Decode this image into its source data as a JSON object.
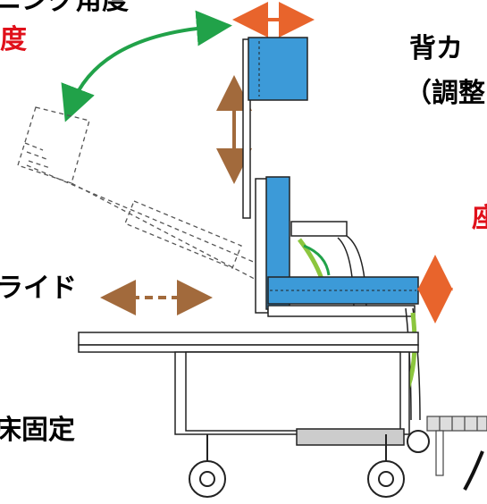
{
  "labels": {
    "top_left_partial": "ニング角度",
    "top_left_red_partial": "度",
    "top_right": "背カ",
    "top_right_line2": "（調整",
    "right_red_partial": "座",
    "slide_partial": "ライド",
    "floor_fixed_partial": "床固定"
  },
  "colors": {
    "chair_blue": "#3c9ad8",
    "arrow_green": "#21a249",
    "arrow_brown": "#a26a3c",
    "arrow_orange": "#e8642c",
    "strap_green": "#8cc63e",
    "red_text": "#e0101a"
  }
}
